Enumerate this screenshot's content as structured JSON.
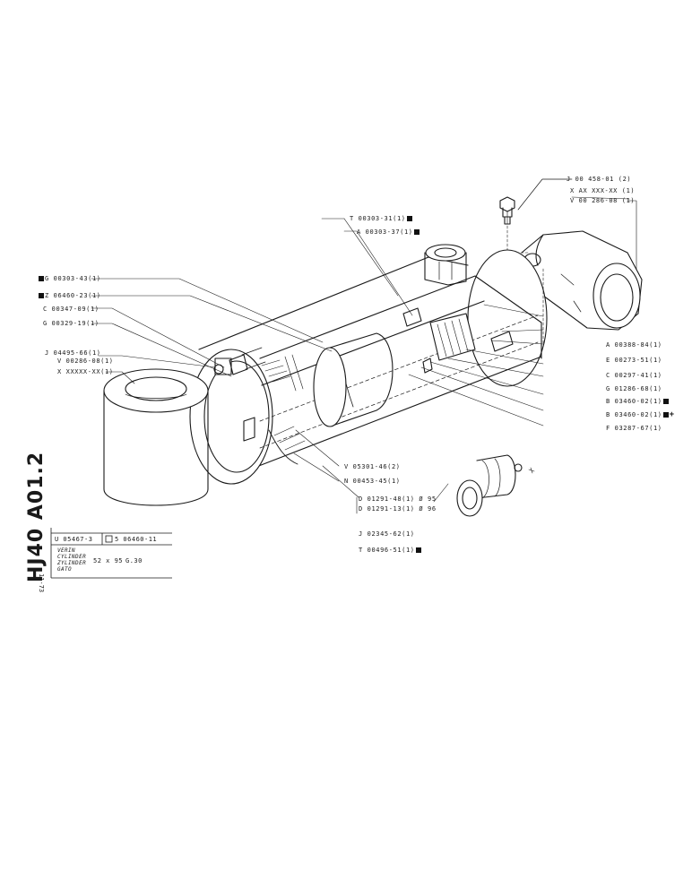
{
  "drawing": {
    "code": "HJ40 A01.2",
    "date": "11-73"
  },
  "title_block": {
    "ref_left": "U 05467-3",
    "ref_right": "5 06460-11",
    "name_lines": [
      "VERIN",
      "CYLINDER",
      "ZYLINDER",
      "GATO"
    ],
    "size": "52 x 95",
    "size_suffix": "G.30"
  },
  "labels": {
    "j_00458": "J 00 458-01 (2)",
    "x_ax": "X AX XXX-XX (1)",
    "v_00286_top": "V 00 286-08 (1)",
    "t_00303": "T 00303-31(1)",
    "a_00303": "A 00303-37(1)",
    "g_00303": "G 00303-43(1)",
    "z_06460": "Z 06460-23(1)",
    "c_00347": "C 00347-09(1)",
    "g_00329": "G 00329-19(1)",
    "j_04495": "J 04495-66(1)",
    "v_00286_left": "V 00286-08(1)",
    "x_left": "X XXXXX-XX(1)",
    "a_00388": "A 00388-84(1)",
    "e_00273": "E 00273-51(1)",
    "c_00297": "C 00297-41(1)",
    "g_01286": "G 01286-68(1)",
    "b_03460_a": "B 03460-02(1)",
    "b_03460_b": "B 03460-02(1)",
    "f_03287": "F 03287-67(1)",
    "v_05301": "V 05301-46(2)",
    "n_00453": "N 00453-45(1)",
    "d_01291_a": "D 01291-48(1) Ø 95",
    "d_01291_b": "D 01291-13(1) Ø 96",
    "j_02345": "J 02345-62(1)",
    "t_00496": "T 00496-51(1)"
  }
}
